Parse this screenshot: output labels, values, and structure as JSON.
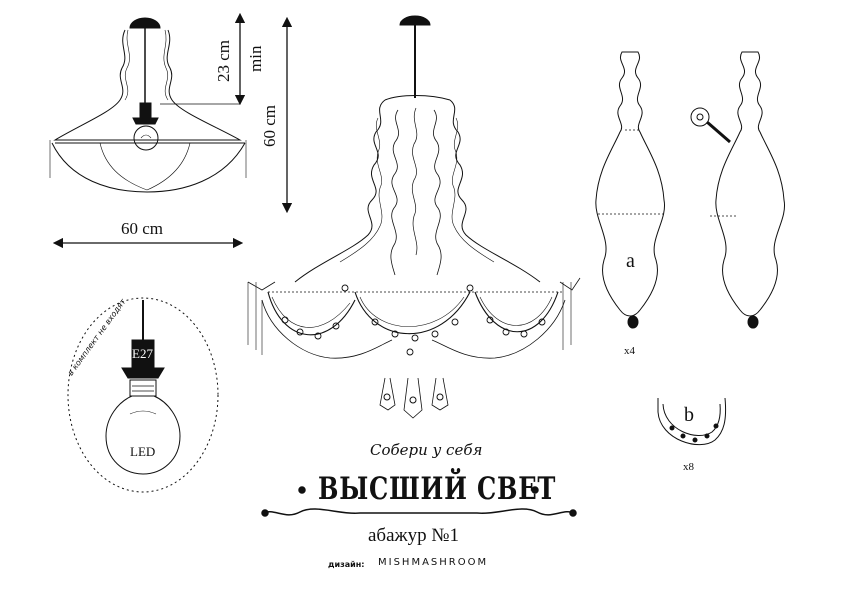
{
  "dimensions": {
    "width_label": "60 cm",
    "height_label": "60 cm",
    "drop_value": "23 cm",
    "drop_min": "min"
  },
  "bulb_detail": {
    "socket_label": "E27",
    "bulb_label": "LED",
    "note": "в комплект не входят"
  },
  "parts": [
    {
      "letter": "a",
      "quantity": "x4"
    },
    {
      "letter": "b",
      "quantity": "x8"
    }
  ],
  "branding": {
    "subtitle": "Собери у себя",
    "title": "ВЫСШИЙ СВЕТ",
    "shade_name": "абажур №1",
    "design_label": "дизайн:",
    "designer": "MISHMASHROOM"
  },
  "colors": {
    "ink": "#111111",
    "background": "#ffffff"
  }
}
